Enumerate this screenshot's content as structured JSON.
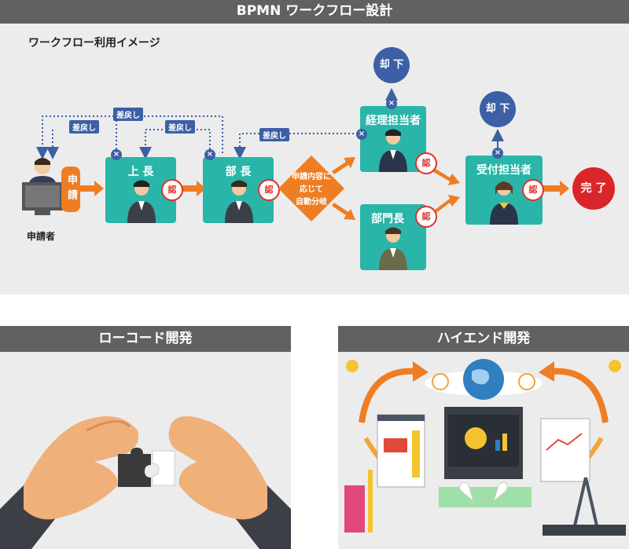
{
  "top": {
    "title": "BPMN ワークフロー設計",
    "subtitle": "ワークフロー利用イメージ"
  },
  "workflow": {
    "applicant": "申請者",
    "submit_label": "申請",
    "nodes": {
      "supervisor": "上 長",
      "manager": "部 長",
      "accounting": "経理担当者",
      "dept_head": "部門長",
      "reception": "受付担当者"
    },
    "approve_mark": "認",
    "decision": [
      "申請内容に",
      "応じて",
      "自動分岐"
    ],
    "return_label": "差戻し",
    "reject_label": "却 下",
    "complete_label": "完 了",
    "colors": {
      "node": "#29b5a8",
      "arrow": "#ef7d22",
      "reject": "#3d5fa5",
      "complete": "#d9262b",
      "return_line": "#3d5fa5"
    }
  },
  "lowcode": {
    "title": "ローコード開発"
  },
  "highend": {
    "title": "ハイエンド開発"
  }
}
